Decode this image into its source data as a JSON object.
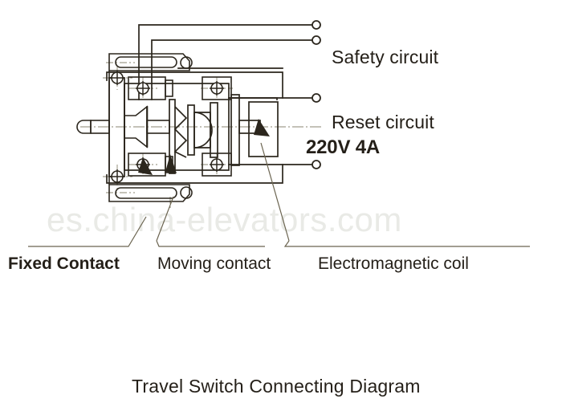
{
  "diagram": {
    "title": "Travel Switch Connecting Diagram",
    "watermark": "es.china-elevators.com",
    "colors": {
      "line": "#2b261d",
      "background": "#ffffff",
      "leader": "#6b6450",
      "centerline": "#8a8670",
      "watermark": "#e9eae6",
      "text": "#241f18"
    }
  },
  "circuit_labels": [
    {
      "id": "safety",
      "text": "Safety circuit"
    },
    {
      "id": "reset",
      "text": "Reset circuit"
    },
    {
      "id": "rating",
      "text": "220V 4A"
    }
  ],
  "part_labels": [
    {
      "id": "fixed-contact",
      "text": "Fixed Contact"
    },
    {
      "id": "moving-contact",
      "text": "Moving contact"
    },
    {
      "id": "electromagnetic-coil",
      "text": "Electromagnetic coil"
    }
  ],
  "terminals": [
    {
      "id": "safety-terminal-1"
    },
    {
      "id": "safety-terminal-2"
    },
    {
      "id": "reset-terminal-1"
    },
    {
      "id": "reset-terminal-2"
    }
  ]
}
